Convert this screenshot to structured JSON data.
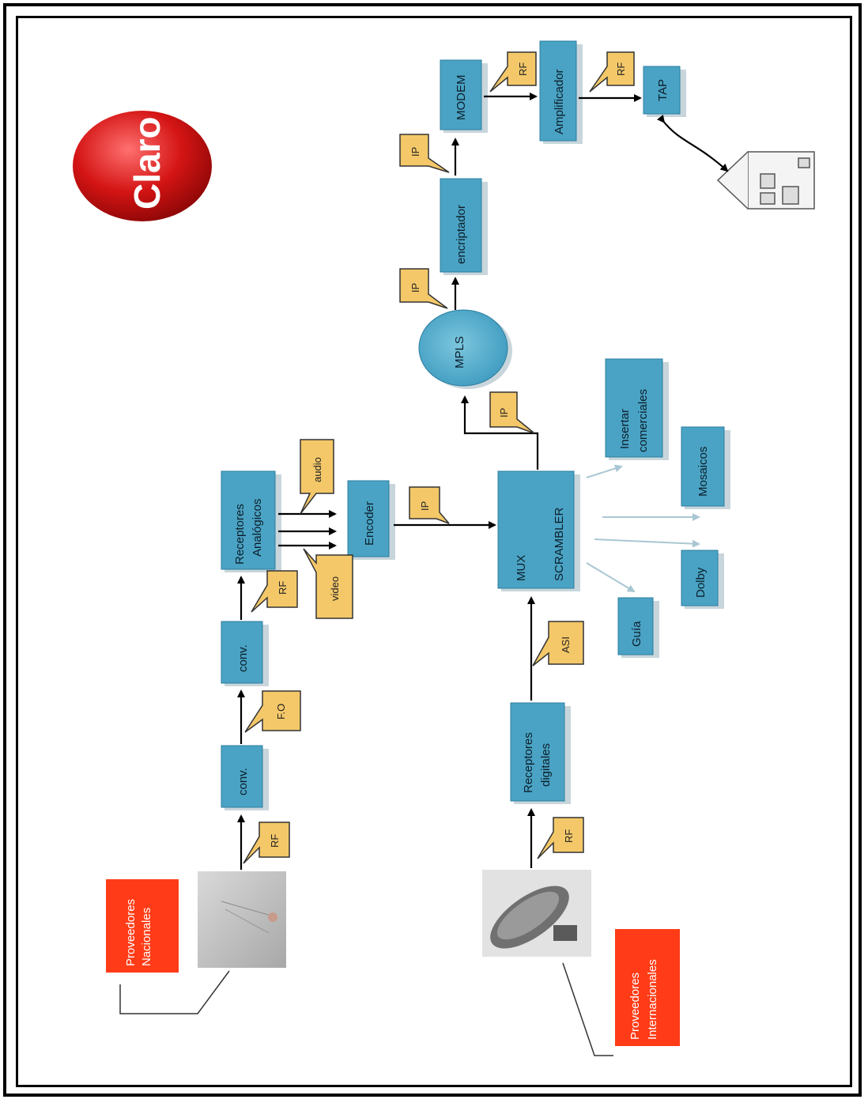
{
  "logo": {
    "text": "Claro"
  },
  "providers": {
    "national": {
      "line1": "Proveedores",
      "line2": "Nacionales"
    },
    "international": {
      "line1": "Proveedores",
      "line2": "Internacionales"
    }
  },
  "boxes": {
    "conv1": "conv.",
    "conv2": "conv.",
    "analog_receivers": {
      "line1": "Receptores",
      "line2": "Analógicos"
    },
    "encoder": "Encoder",
    "digital_receivers": {
      "line1": "Receptores",
      "line2": "digitales"
    },
    "mux": {
      "line1": "MUX",
      "line2": "SCRAMBLER"
    },
    "guide": "Guía",
    "dolby": "Dolby",
    "mosaic": "Mosaicos",
    "ads": {
      "line1": "Insertar",
      "line2": "comerciales"
    },
    "mpls": "MPLS",
    "encryptor": "encriptador",
    "modem": "MODEM",
    "amplifier": "Amplificador",
    "tap": "TAP"
  },
  "tags": {
    "rf_national": "RF",
    "fo": "F.O",
    "rf_analog": "RF",
    "video": "video",
    "audio": "audio",
    "ip_encoder": "IP",
    "asi": "ASI",
    "rf_international": "RF",
    "ip_mux": "IP",
    "ip_mpls": "IP",
    "ip_encryptor": "IP",
    "rf_modem": "RF",
    "rf_amplifier": "RF"
  },
  "colors": {
    "box": "#4aa3c4",
    "tag": "#f4c869",
    "provider": "#ff3c17",
    "logo": "#cc1010"
  },
  "icons": [
    "antenna-tower-photo",
    "satellite-dish-photo",
    "house-icon"
  ]
}
